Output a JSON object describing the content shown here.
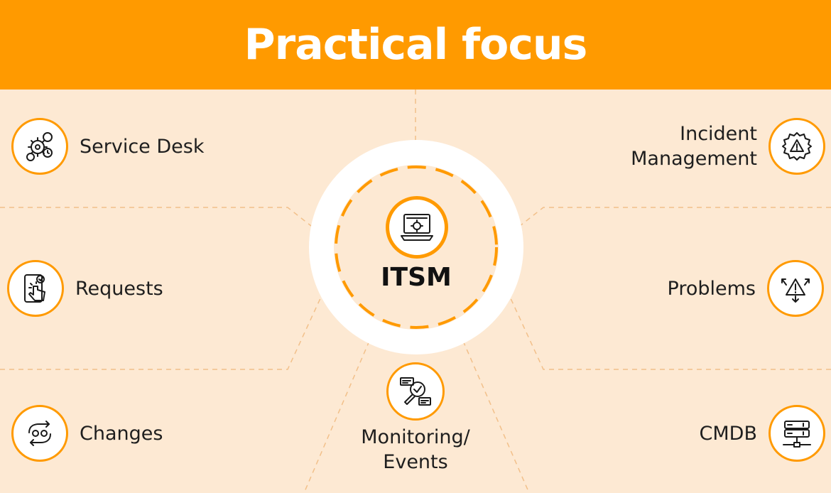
{
  "header": {
    "title": "Practical focus"
  },
  "center": {
    "label": "ITSM",
    "icon": "laptop-gear-icon"
  },
  "nodes": {
    "service_desk": {
      "label": "Service Desk",
      "icon": "gears-clock-icon"
    },
    "requests": {
      "label": "Requests",
      "icon": "phone-tap-icon"
    },
    "changes": {
      "label": "Changes",
      "icon": "swap-arrows-icon"
    },
    "incident": {
      "line1": "Incident",
      "line2": "Management",
      "icon": "gear-warning-icon"
    },
    "problems": {
      "label": "Problems",
      "icon": "warning-arrows-icon"
    },
    "cmdb": {
      "label": "CMDB",
      "icon": "server-icon"
    },
    "monitoring": {
      "line1": "Monitoring/",
      "line2": "Events",
      "icon": "magnifier-check-icon"
    }
  },
  "colors": {
    "accent": "#FF9A00",
    "background": "#FDE9D3",
    "text": "#1E1E1E"
  }
}
